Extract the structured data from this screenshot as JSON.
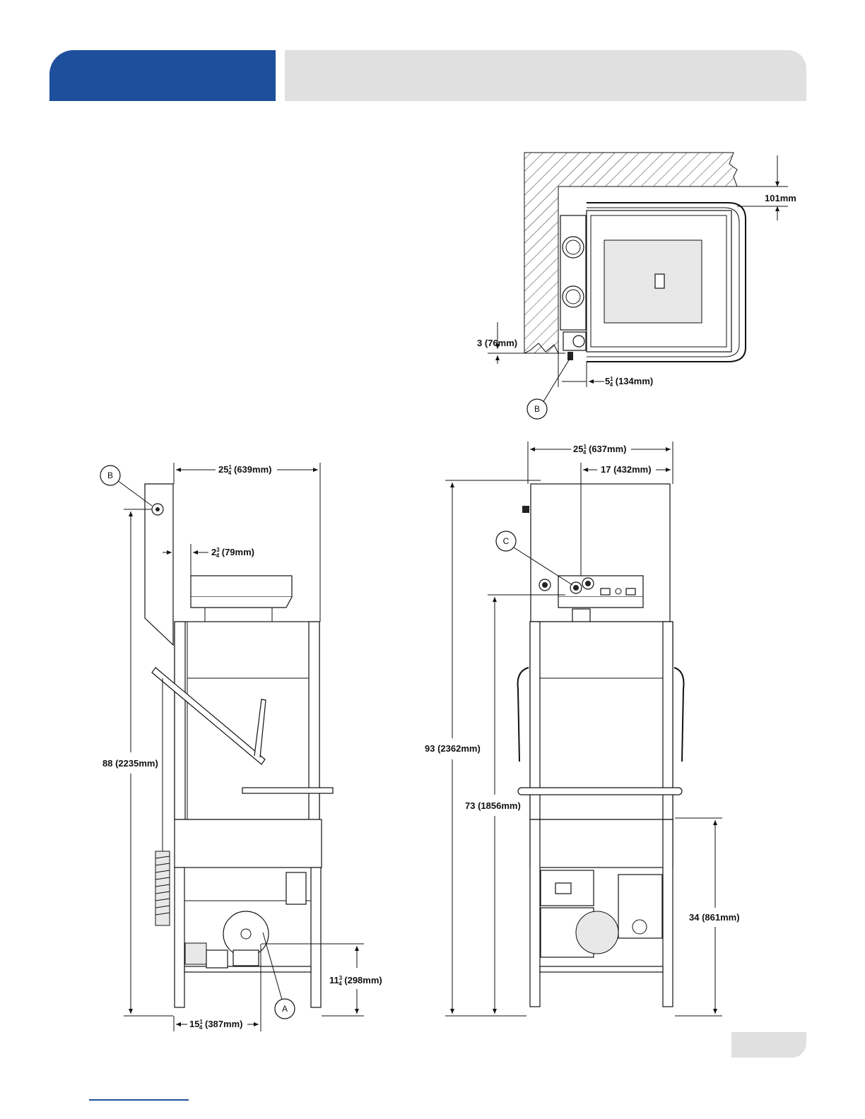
{
  "header": {
    "accent_color": "#1d4f9c",
    "panel_color": "#e0e0e0"
  },
  "plan_view": {
    "wall_clearance": "101mm",
    "side_offset": "3 (76mm)",
    "corner_offset": {
      "whole": "5",
      "num": "1",
      "den": "4",
      "rest": " (134mm)"
    },
    "callout": "B"
  },
  "side_view": {
    "width": {
      "whole": "25",
      "num": "1",
      "den": "4",
      "rest": " (639mm)"
    },
    "control_offset": {
      "whole": "2",
      "num": "3",
      "den": "4",
      "rest": " (79mm)"
    },
    "height": "88 (2235mm)",
    "drain_height": {
      "whole": "11",
      "num": "3",
      "den": "4",
      "rest": " (298mm)"
    },
    "drain_offset": {
      "whole": "15",
      "num": "1",
      "den": "4",
      "rest": " (387mm)"
    },
    "callout_b": "B",
    "callout_a": "A"
  },
  "front_view": {
    "width": {
      "whole": "25",
      "num": "1",
      "den": "4",
      "rest": " (637mm)"
    },
    "control_offset": "17 (432mm)",
    "overall_height": "93 (2362mm)",
    "open_height": "73 (1856mm)",
    "table_height": "34 (861mm)",
    "callout_c": "C"
  }
}
